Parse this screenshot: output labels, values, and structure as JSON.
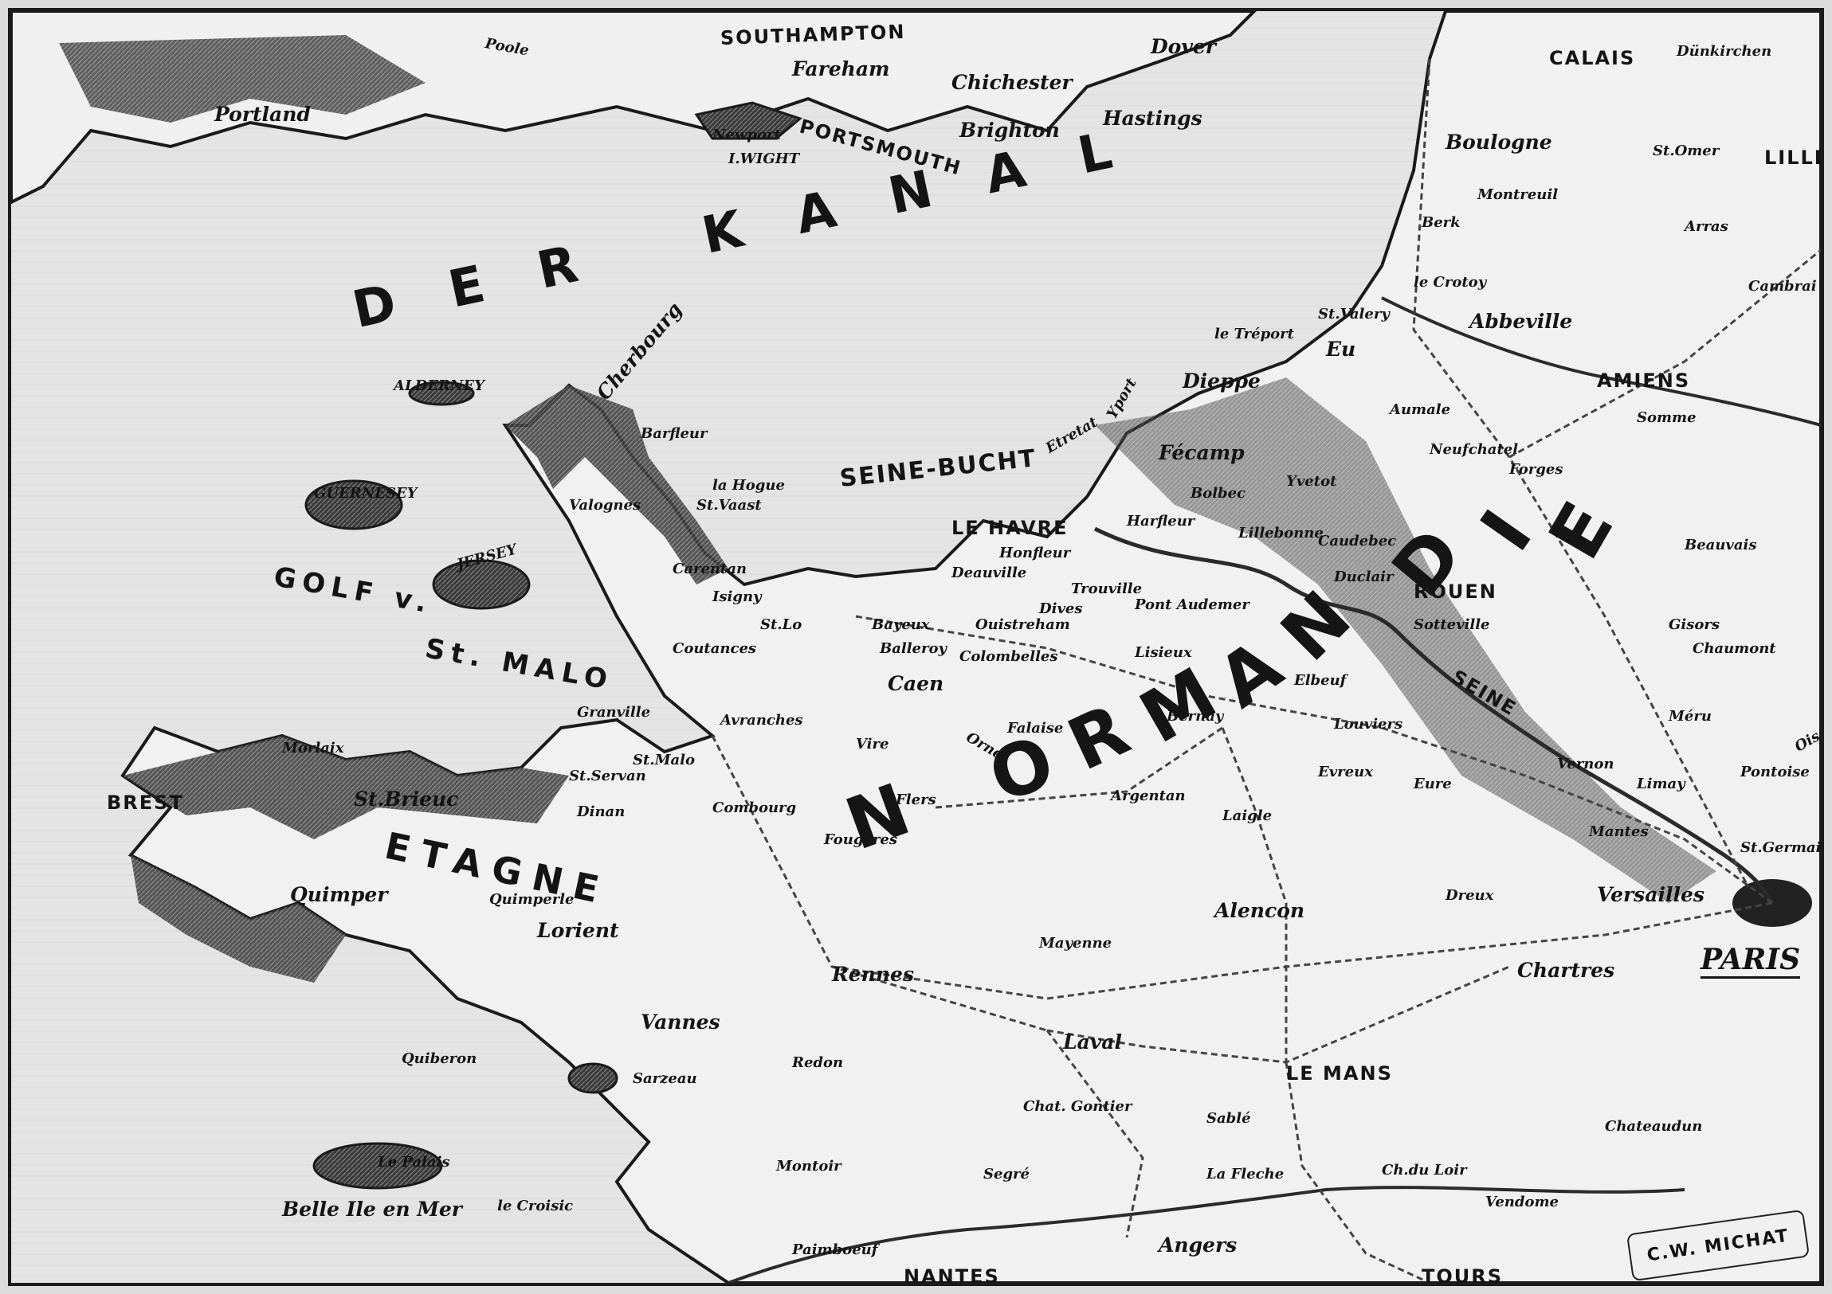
{
  "colors": {
    "sea": "#e6e6e6",
    "land": "#efefef",
    "coast_shade": "#2a2a2a",
    "ink": "#141414",
    "rail": "#444444"
  },
  "map": {
    "water_title": "DER KANAL",
    "bay_label": "SEINE-BUCHT",
    "gulf_label_1": "GOLF v.",
    "gulf_label_2": "St. MALO",
    "region_bretagne": "ETAGNE",
    "region_normandie_letters": [
      "N",
      "O",
      "R",
      "M",
      "A",
      "N",
      "D",
      "I",
      "E"
    ],
    "paris_label": "PARIS",
    "signature": "C.W. MICHAT"
  },
  "places": [
    {
      "id": "southampton",
      "name": "SOUTHAMPTON"
    },
    {
      "id": "dover",
      "name": "Dover"
    },
    {
      "id": "calais",
      "name": "CALAIS"
    },
    {
      "id": "dunkirchen",
      "name": "Dünkirchen"
    },
    {
      "id": "portland",
      "name": "Portland"
    },
    {
      "id": "poole",
      "name": "Poole"
    },
    {
      "id": "fareham",
      "name": "Fareham"
    },
    {
      "id": "chichester",
      "name": "Chichester"
    },
    {
      "id": "newport",
      "name": "Newport"
    },
    {
      "id": "portsmouth",
      "name": "PORTSMOUTH"
    },
    {
      "id": "brighton",
      "name": "Brighton"
    },
    {
      "id": "hastings",
      "name": "Hastings"
    },
    {
      "id": "iwight",
      "name": "I.WIGHT"
    },
    {
      "id": "boulogne",
      "name": "Boulogne"
    },
    {
      "id": "stomer",
      "name": "St.Omer"
    },
    {
      "id": "lille",
      "name": "LILLE"
    },
    {
      "id": "montreuil",
      "name": "Montreuil"
    },
    {
      "id": "berk",
      "name": "Berk"
    },
    {
      "id": "arras",
      "name": "Arras"
    },
    {
      "id": "cambrai",
      "name": "Cambrai"
    },
    {
      "id": "lecrotoy",
      "name": "le Crotoy"
    },
    {
      "id": "stvalery",
      "name": "St.Valery"
    },
    {
      "id": "abbeville",
      "name": "Abbeville"
    },
    {
      "id": "letreport",
      "name": "le Tréport"
    },
    {
      "id": "eu",
      "name": "Eu"
    },
    {
      "id": "dieppe",
      "name": "Dieppe"
    },
    {
      "id": "amiens",
      "name": "AMIENS"
    },
    {
      "id": "somme",
      "name": "Somme"
    },
    {
      "id": "aumale",
      "name": "Aumale"
    },
    {
      "id": "neufchatel",
      "name": "Neufchatel"
    },
    {
      "id": "forges",
      "name": "Forges"
    },
    {
      "id": "beauvais",
      "name": "Beauvais"
    },
    {
      "id": "alderney",
      "name": "ALDERNEY"
    },
    {
      "id": "cherbourg",
      "name": "Cherbourg"
    },
    {
      "id": "barfleur",
      "name": "Barfleur"
    },
    {
      "id": "guernesey",
      "name": "GUERNESEY"
    },
    {
      "id": "jersey",
      "name": "JERSEY"
    },
    {
      "id": "valognes",
      "name": "Valognes"
    },
    {
      "id": "lahogue",
      "name": "la Hogue"
    },
    {
      "id": "stvaast",
      "name": "St.Vaast"
    },
    {
      "id": "etretat",
      "name": "Etretat"
    },
    {
      "id": "yport",
      "name": "Yport"
    },
    {
      "id": "fecamp",
      "name": "Fécamp"
    },
    {
      "id": "bolbec",
      "name": "Bolbec"
    },
    {
      "id": "yvetot",
      "name": "Yvetot"
    },
    {
      "id": "lehavre",
      "name": "LE HAVRE"
    },
    {
      "id": "harfleur",
      "name": "Harfleur"
    },
    {
      "id": "lillebonne",
      "name": "Lillebonne"
    },
    {
      "id": "caudebec",
      "name": "Caudebec"
    },
    {
      "id": "duclair",
      "name": "Duclair"
    },
    {
      "id": "rouen",
      "name": "ROUEN"
    },
    {
      "id": "sotteville",
      "name": "Sotteville"
    },
    {
      "id": "honfleur",
      "name": "Honfleur"
    },
    {
      "id": "deauville",
      "name": "Deauville"
    },
    {
      "id": "trouville",
      "name": "Trouville"
    },
    {
      "id": "pontaudemer",
      "name": "Pont Audemer"
    },
    {
      "id": "carentan",
      "name": "Carentan"
    },
    {
      "id": "isigny",
      "name": "Isigny"
    },
    {
      "id": "bayeux",
      "name": "Bayeux"
    },
    {
      "id": "dives",
      "name": "Dives"
    },
    {
      "id": "ouistreham",
      "name": "Ouistreham"
    },
    {
      "id": "stlo",
      "name": "St.Lo"
    },
    {
      "id": "balleroy",
      "name": "Balleroy"
    },
    {
      "id": "colombelles",
      "name": "Colombelles"
    },
    {
      "id": "lisieux",
      "name": "Lisieux"
    },
    {
      "id": "caen",
      "name": "Caen"
    },
    {
      "id": "coutances",
      "name": "Coutances"
    },
    {
      "id": "elbeuf",
      "name": "Elbeuf"
    },
    {
      "id": "seine",
      "name": "SEINE"
    },
    {
      "id": "gisors",
      "name": "Gisors"
    },
    {
      "id": "chaumont",
      "name": "Chaumont"
    },
    {
      "id": "granville",
      "name": "Granville"
    },
    {
      "id": "avranches",
      "name": "Avranches"
    },
    {
      "id": "falaise",
      "name": "Falaise"
    },
    {
      "id": "bernay",
      "name": "Bernay"
    },
    {
      "id": "louviers",
      "name": "Louviers"
    },
    {
      "id": "vire",
      "name": "Vire"
    },
    {
      "id": "meru",
      "name": "Méru"
    },
    {
      "id": "vernon",
      "name": "Vernon"
    },
    {
      "id": "pontoise",
      "name": "Pontoise"
    },
    {
      "id": "oise",
      "name": "Oise"
    },
    {
      "id": "morlaix",
      "name": "Morlaix"
    },
    {
      "id": "stmalo",
      "name": "St.Malo"
    },
    {
      "id": "stservan",
      "name": "St.Servan"
    },
    {
      "id": "orne",
      "name": "Orne"
    },
    {
      "id": "evreux",
      "name": "Evreux"
    },
    {
      "id": "eure",
      "name": "Eure"
    },
    {
      "id": "brest",
      "name": "BREST"
    },
    {
      "id": "stbrieuc",
      "name": "St.Brieuc"
    },
    {
      "id": "flers",
      "name": "Flers"
    },
    {
      "id": "mantes",
      "name": "Mantes"
    },
    {
      "id": "limay",
      "name": "Limay"
    },
    {
      "id": "stgermain",
      "name": "St.Germain"
    },
    {
      "id": "dinan",
      "name": "Dinan"
    },
    {
      "id": "combourg",
      "name": "Combourg"
    },
    {
      "id": "argentan",
      "name": "Argentan"
    },
    {
      "id": "laigle",
      "name": "Laigle"
    },
    {
      "id": "fougeres",
      "name": "Fougeres"
    },
    {
      "id": "quimper",
      "name": "Quimper"
    },
    {
      "id": "quimperle",
      "name": "Quimperle"
    },
    {
      "id": "lorient",
      "name": "Lorient"
    },
    {
      "id": "dreux",
      "name": "Dreux"
    },
    {
      "id": "versailles",
      "name": "Versailles"
    },
    {
      "id": "alencon",
      "name": "Alencon"
    },
    {
      "id": "mayenne",
      "name": "Mayenne"
    },
    {
      "id": "rennes",
      "name": "Rennes"
    },
    {
      "id": "chartres",
      "name": "Chartres"
    },
    {
      "id": "vannes",
      "name": "Vannes"
    },
    {
      "id": "laval",
      "name": "Laval"
    },
    {
      "id": "quiberon",
      "name": "Quiberon"
    },
    {
      "id": "redon",
      "name": "Redon"
    },
    {
      "id": "sarzeau",
      "name": "Sarzeau"
    },
    {
      "id": "lemans",
      "name": "LE MANS"
    },
    {
      "id": "chateaugontier",
      "name": "Chat. Gontier"
    },
    {
      "id": "sable",
      "name": "Sablé"
    },
    {
      "id": "chateaudun",
      "name": "Chateaudun"
    },
    {
      "id": "lepalais",
      "name": "Le Palais"
    },
    {
      "id": "segre",
      "name": "Segré"
    },
    {
      "id": "laflechе",
      "name": "La Fleche"
    },
    {
      "id": "chduloir",
      "name": "Ch.du Loir"
    },
    {
      "id": "vendome",
      "name": "Vendome"
    },
    {
      "id": "belleile",
      "name": "Belle Ile en Mer"
    },
    {
      "id": "lecroisic",
      "name": "le Croisic"
    },
    {
      "id": "montoir",
      "name": "Montoir"
    },
    {
      "id": "angers",
      "name": "Angers"
    },
    {
      "id": "nantes",
      "name": "NANTES"
    },
    {
      "id": "tours",
      "name": "TOURS"
    },
    {
      "id": "paimboeuf",
      "name": "Paimboeuf"
    }
  ]
}
